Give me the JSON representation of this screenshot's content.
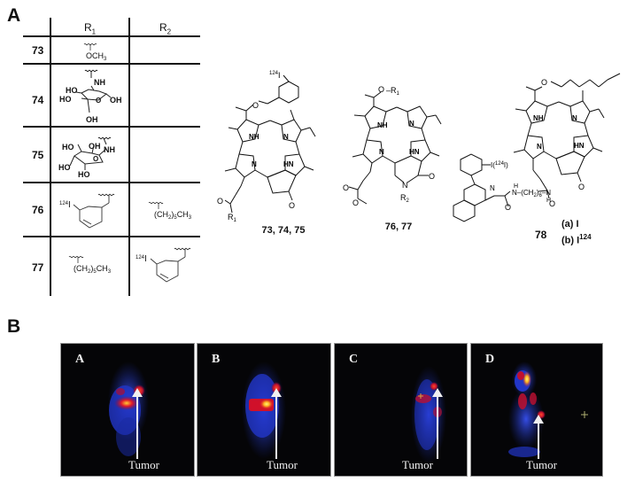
{
  "figure": {
    "panel_labels": [
      "A",
      "B"
    ]
  },
  "table": {
    "headers": [
      "",
      "R1",
      "R2"
    ],
    "header_r1_base": "R",
    "header_r1_sub": "1",
    "header_r2_base": "R",
    "header_r2_sub": "2",
    "rows": [
      {
        "id": "73",
        "r1": "OCH3",
        "r2": ""
      },
      {
        "id": "74",
        "r1": "glucosamine (NH-linked; HO, HO, OH, OH)",
        "r2": ""
      },
      {
        "id": "75",
        "r1": "galactosamine (NH-linked; HO, OH, HO, HO)",
        "r2": ""
      },
      {
        "id": "76",
        "r1": "3-[124I]iodobenzyl",
        "r2": "(CH2)5CH3"
      },
      {
        "id": "77",
        "r1": "(CH2)5CH3",
        "r2": "3-[124I]iodobenzyl"
      }
    ]
  },
  "structures": {
    "s1": {
      "label": "73, 74, 75",
      "iodine": "124I",
      "substituent": "R1"
    },
    "s2": {
      "label": "76, 77",
      "substituents": [
        "R1",
        "R2"
      ]
    },
    "s3": {
      "label": "78",
      "variant_a": "(a) I",
      "variant_b_prefix": "(b) I",
      "variant_b_sup": "124",
      "linker": "N-(CH2)6-N",
      "iodine": "I(124I)"
    }
  },
  "pet_images": [
    {
      "letter": "A",
      "annotation": "Tumor"
    },
    {
      "letter": "B",
      "annotation": "Tumor"
    },
    {
      "letter": "C",
      "annotation": "Tumor"
    },
    {
      "letter": "D",
      "annotation": "Tumor"
    }
  ],
  "colors": {
    "pet_background": "#050507",
    "pet_blue": "#2b3fd6",
    "pet_red": "#d0102a",
    "pet_yellow": "#ffd23a",
    "line": "#111111"
  }
}
